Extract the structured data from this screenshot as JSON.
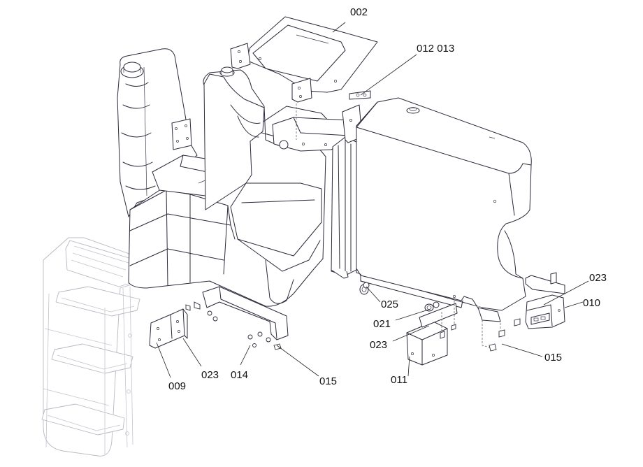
{
  "labels": {
    "p002": "002",
    "p012_013": "012 013",
    "p023_top": "023",
    "p010": "010",
    "p025": "025",
    "p021": "021",
    "p023_mid": "023",
    "p015_right": "015",
    "p011": "011",
    "p009": "009",
    "p023_left": "023",
    "p014": "014",
    "p015_left": "015"
  }
}
